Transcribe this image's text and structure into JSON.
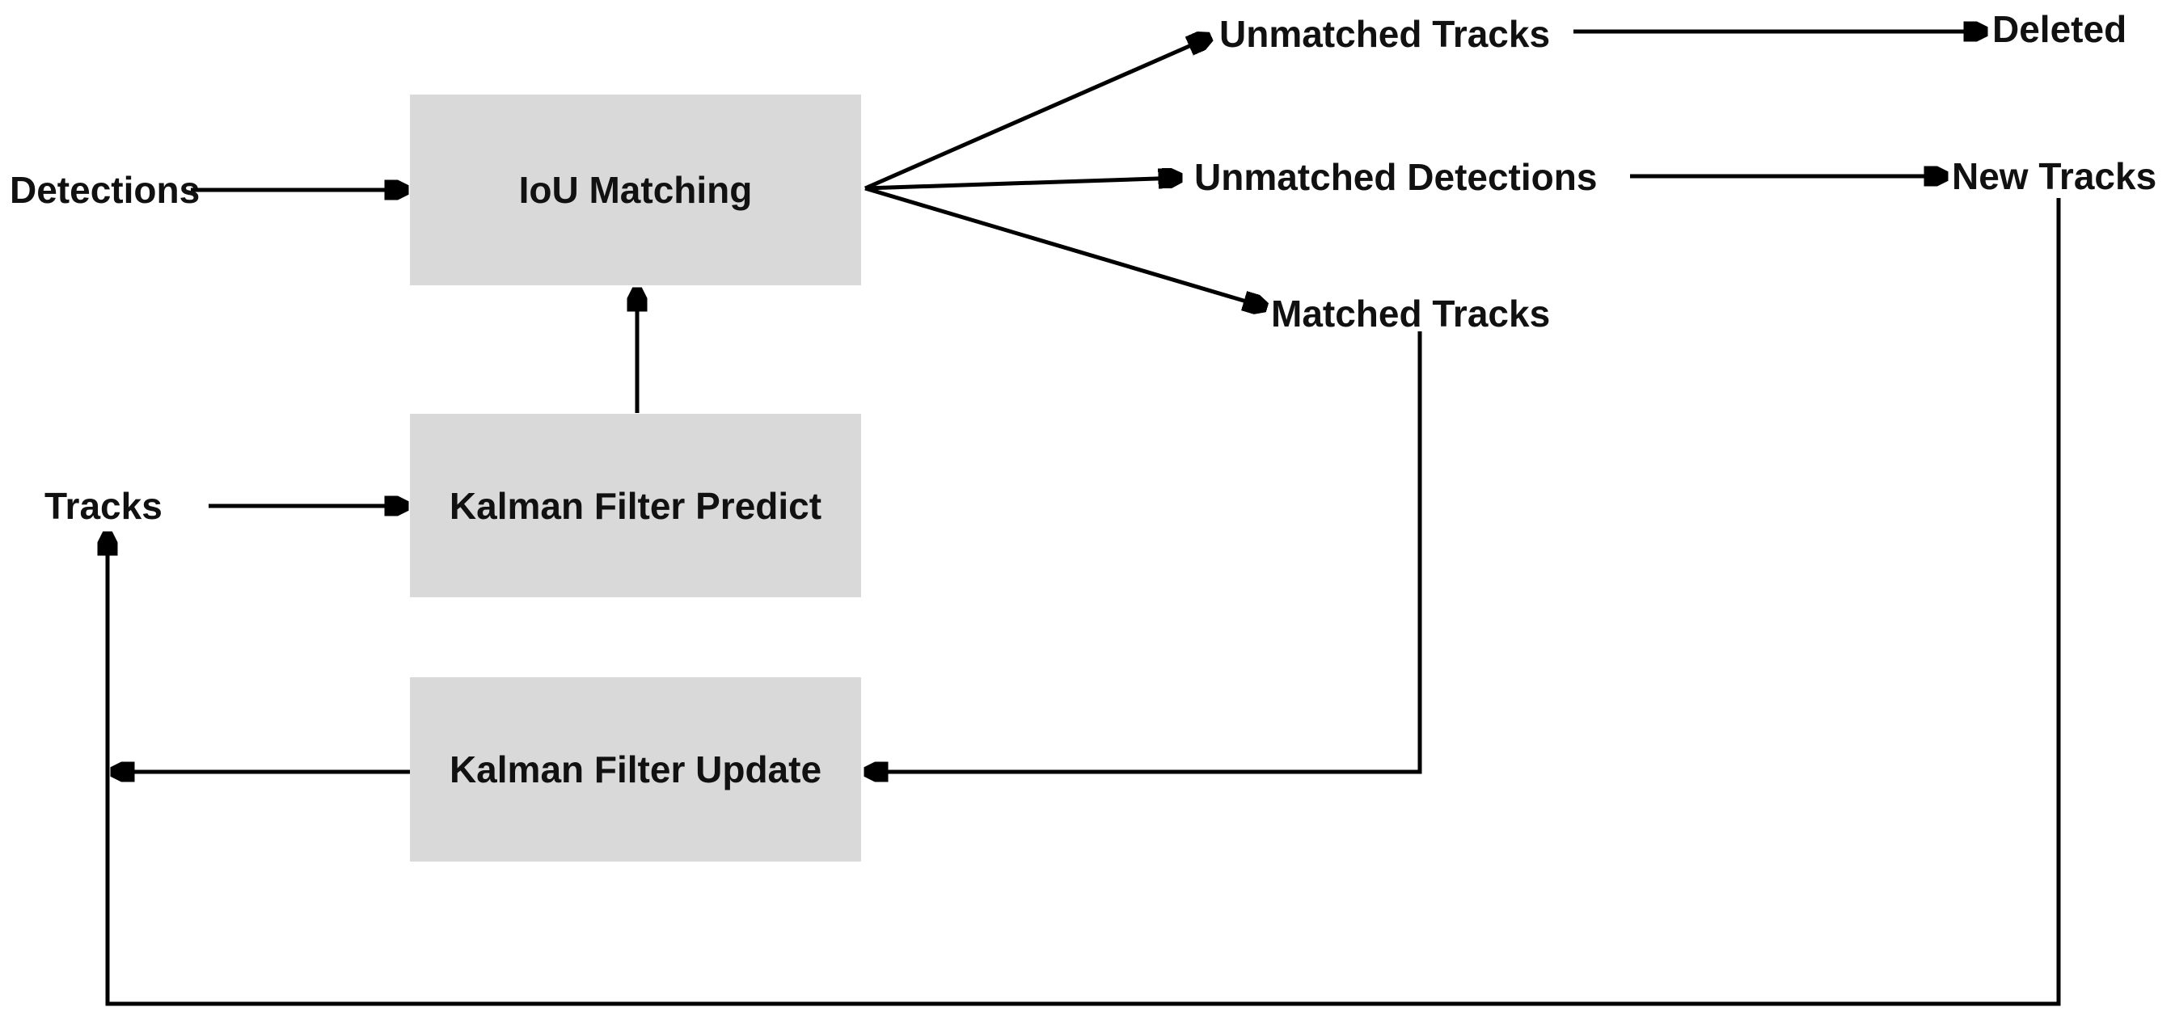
{
  "diagram": {
    "type": "flowchart",
    "colors": {
      "background": "#ffffff",
      "node_fill": "#d9d9d9",
      "line": "#000000",
      "text": "#111111"
    },
    "nodes": [
      {
        "id": "iou-matching",
        "label": "IoU Matching",
        "shape": "box"
      },
      {
        "id": "kalman-filter-predict",
        "label": "Kalman Filter Predict",
        "shape": "box"
      },
      {
        "id": "kalman-filter-update",
        "label": "Kalman Filter Update",
        "shape": "box"
      },
      {
        "id": "detections",
        "label": "Detections",
        "shape": "text"
      },
      {
        "id": "tracks",
        "label": "Tracks",
        "shape": "text"
      },
      {
        "id": "unmatched-tracks",
        "label": "Unmatched Tracks",
        "shape": "text"
      },
      {
        "id": "deleted",
        "label": "Deleted",
        "shape": "text"
      },
      {
        "id": "unmatched-detections",
        "label": "Unmatched Detections",
        "shape": "text"
      },
      {
        "id": "new-tracks",
        "label": "New Tracks",
        "shape": "text"
      },
      {
        "id": "matched-tracks",
        "label": "Matched Tracks",
        "shape": "text"
      }
    ],
    "edges": [
      {
        "from": "detections",
        "to": "iou-matching"
      },
      {
        "from": "tracks",
        "to": "kalman-filter-predict"
      },
      {
        "from": "kalman-filter-predict",
        "to": "iou-matching"
      },
      {
        "from": "iou-matching",
        "to": "unmatched-tracks"
      },
      {
        "from": "iou-matching",
        "to": "unmatched-detections"
      },
      {
        "from": "iou-matching",
        "to": "matched-tracks"
      },
      {
        "from": "unmatched-tracks",
        "to": "deleted"
      },
      {
        "from": "unmatched-detections",
        "to": "new-tracks"
      },
      {
        "from": "matched-tracks",
        "to": "kalman-filter-update"
      },
      {
        "from": "kalman-filter-update",
        "to": "tracks"
      },
      {
        "from": "new-tracks",
        "to": "tracks"
      }
    ]
  }
}
